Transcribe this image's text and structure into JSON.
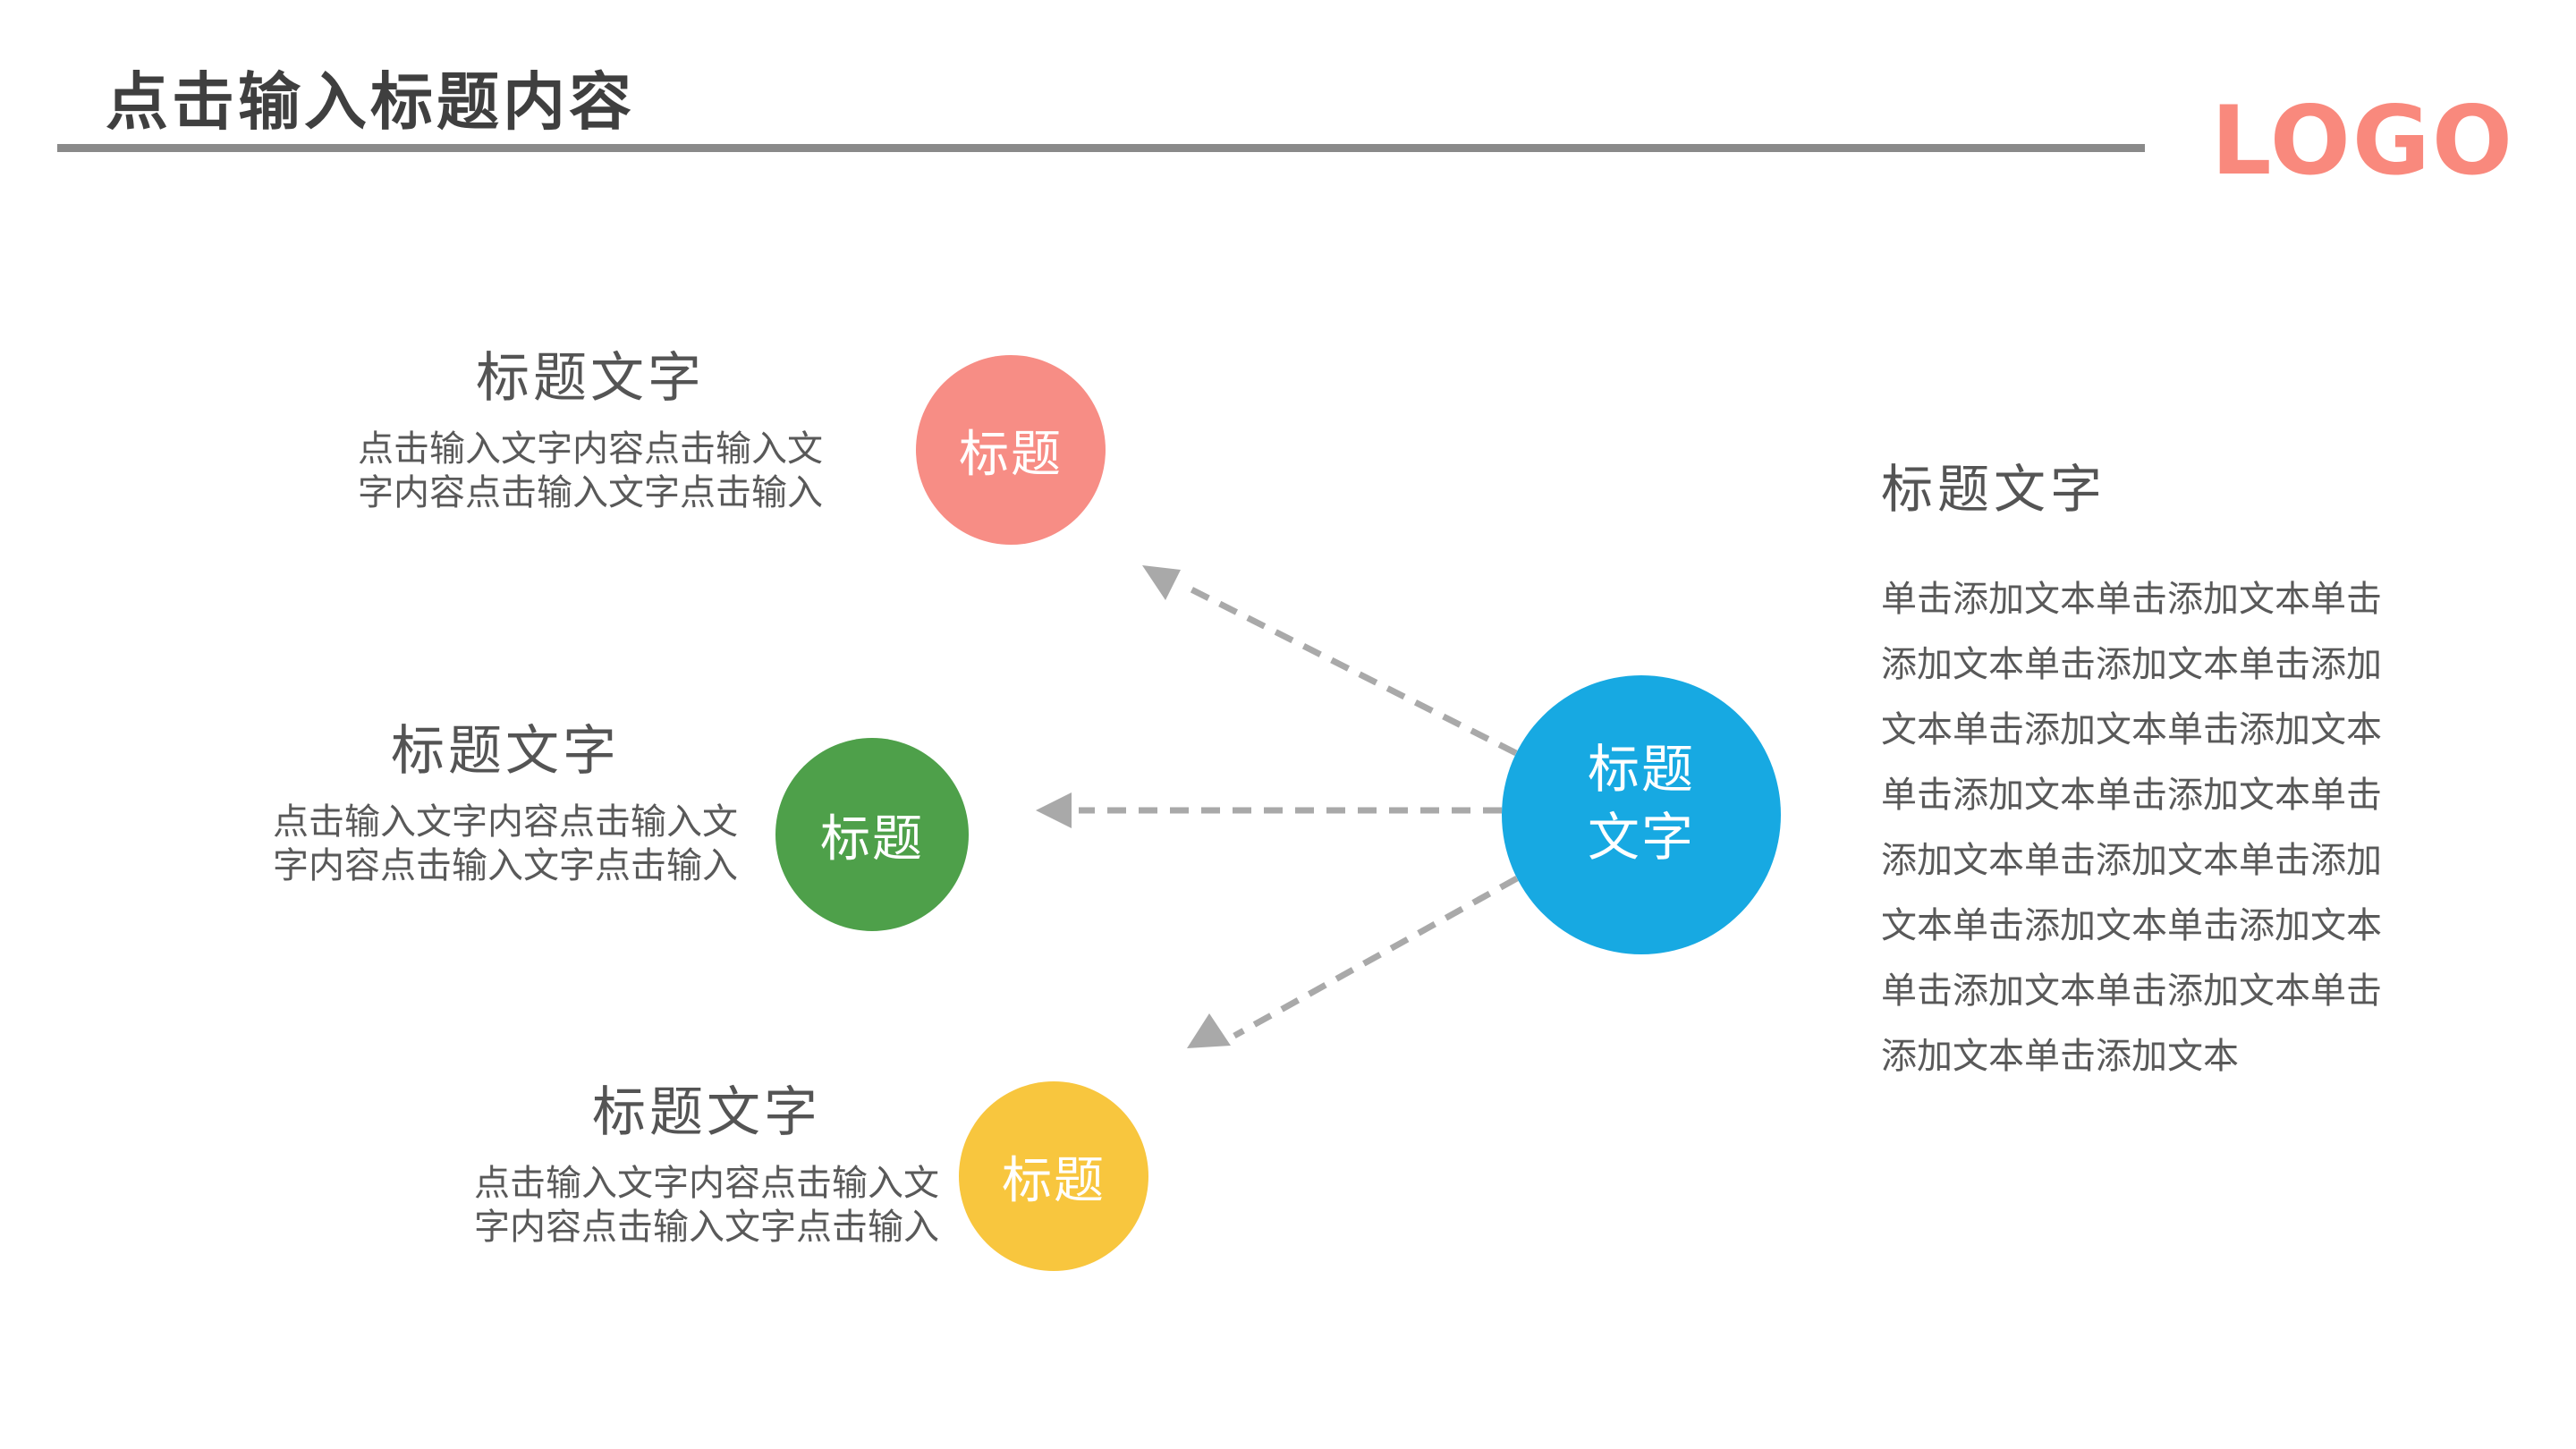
{
  "slide_title": {
    "text": "点击输入标题内容"
  },
  "logo": {
    "text": "LOGO",
    "color": "#F9897D"
  },
  "left_items": [
    {
      "heading": "标题文字",
      "body_lines": [
        "点击输入文字内容点击输入文",
        "字内容点击输入文字点击输入"
      ],
      "circle_label": "标题",
      "circle_color": "#F78D85"
    },
    {
      "heading": "标题文字",
      "body_lines": [
        "点击输入文字内容点击输入文",
        "字内容点击输入文字点击输入"
      ],
      "circle_label": "标题",
      "circle_color": "#4EA04A"
    },
    {
      "heading": "标题文字",
      "body_lines": [
        "点击输入文字内容点击输入文",
        "字内容点击输入文字点击输入"
      ],
      "circle_label": "标题",
      "circle_color": "#F8C63E"
    }
  ],
  "center_circle": {
    "label_line1": "标题",
    "label_line2": "文字",
    "color": "#17A9E2"
  },
  "right_block": {
    "heading": "标题文字",
    "body_lines": [
      "单击添加文本单击添加文本单击",
      "添加文本单击添加文本单击添加",
      "文本单击添加文本单击添加文本",
      "单击添加文本单击添加文本单击",
      "添加文本单击添加文本单击添加",
      "文本单击添加文本单击添加文本",
      "单击添加文本单击添加文本单击",
      "添加文本单击添加文本"
    ]
  },
  "colors": {
    "title_text": "#3F3F3F",
    "heading_text": "#545454",
    "body_text": "#595959",
    "divider": "#8A8A8A",
    "arrow": "#A9A9A9",
    "pink": "#F78D85",
    "green": "#4EA04A",
    "yellow": "#F8C63E",
    "blue": "#17A9E2",
    "logo": "#F9897D"
  }
}
